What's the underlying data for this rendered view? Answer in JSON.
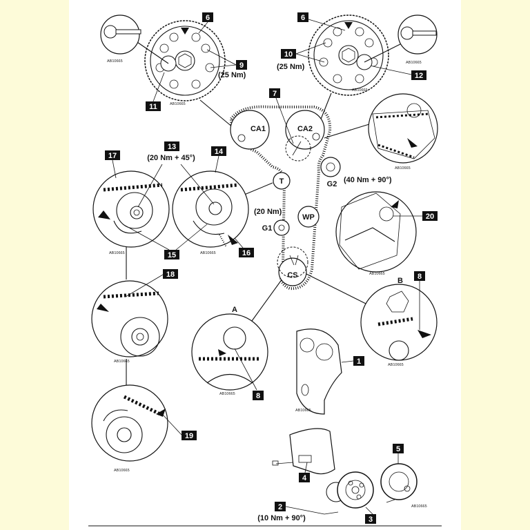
{
  "colors": {
    "background": "#fdfbd9",
    "panel": "#ffffff",
    "ink": "#111111"
  },
  "pulleys": {
    "ca1": "CA1",
    "ca2": "CA2",
    "tensioner": "T",
    "guide1": "G1",
    "guide2": "G2",
    "water_pump": "WP",
    "crankshaft": "CS"
  },
  "torques": {
    "item9": "(25 Nm)",
    "item10": "(25 Nm)",
    "item13": "(20 Nm + 45°)",
    "g2": "(40 Nm + 90°)",
    "g1": "(20 Nm)",
    "item2": "(10 Nm + 90°)"
  },
  "callouts": {
    "n1": "1",
    "n2": "2",
    "n3": "3",
    "n4": "4",
    "n5": "5",
    "n6a": "6",
    "n6b": "6",
    "n7": "7",
    "n8a": "8",
    "n8b": "8",
    "n9": "9",
    "n10": "10",
    "n11": "11",
    "n12": "12",
    "n13": "13",
    "n14": "14",
    "n15": "15",
    "n16": "16",
    "n17": "17",
    "n18": "18",
    "n19": "19",
    "n20": "20"
  },
  "views": {
    "a": "A",
    "b": "B"
  },
  "ref_code": "AB10665"
}
